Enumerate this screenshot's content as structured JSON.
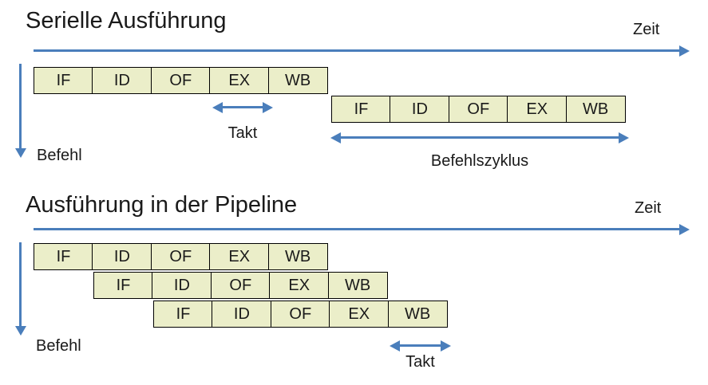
{
  "colors": {
    "accent": "#4a7ebb",
    "box_fill": "#ebeec9",
    "box_border": "#000000",
    "text": "#1a1a1a"
  },
  "sections": [
    {
      "title": "Serielle Ausführung",
      "time_label": "Zeit",
      "instruction_axis_label": "Befehl",
      "clock_label": "Takt",
      "cycle_label": "Befehlszyklus",
      "rows": [
        {
          "stages": [
            "IF",
            "ID",
            "OF",
            "EX",
            "WB"
          ]
        },
        {
          "stages": [
            "IF",
            "ID",
            "OF",
            "EX",
            "WB"
          ]
        }
      ]
    },
    {
      "title": "Ausführung in der Pipeline",
      "time_label": "Zeit",
      "instruction_axis_label": "Befehl",
      "clock_label": "Takt",
      "rows": [
        {
          "stages": [
            "IF",
            "ID",
            "OF",
            "EX",
            "WB"
          ]
        },
        {
          "stages": [
            "IF",
            "ID",
            "OF",
            "EX",
            "WB"
          ]
        },
        {
          "stages": [
            "IF",
            "ID",
            "OF",
            "EX",
            "WB"
          ]
        }
      ]
    }
  ]
}
